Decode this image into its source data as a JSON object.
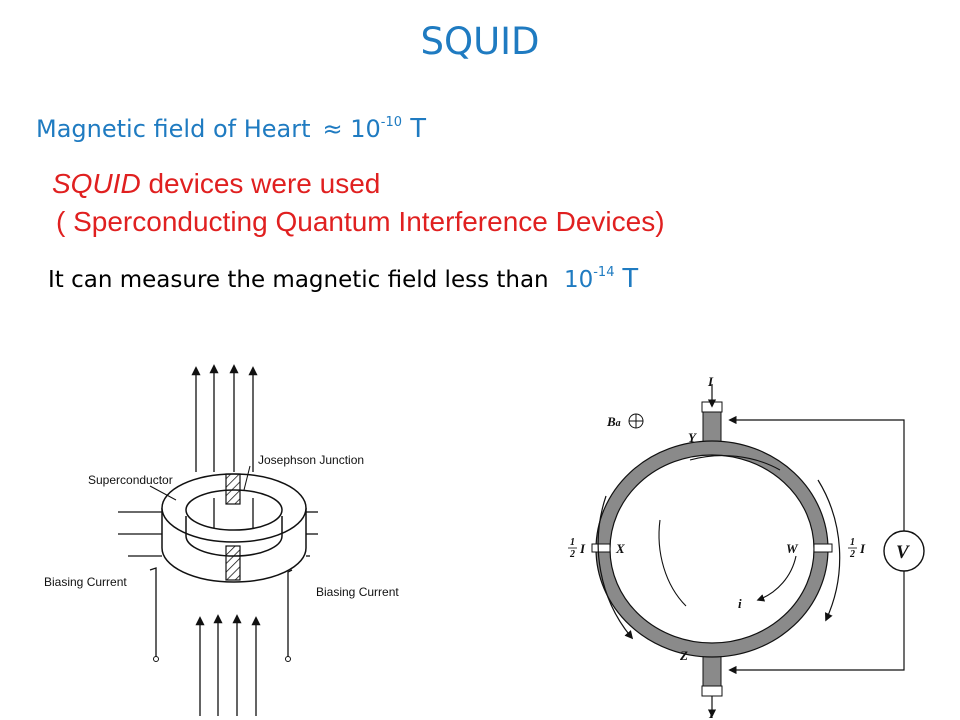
{
  "slide": {
    "title": "SQUID",
    "heart_label": "Magnetic field of Heart",
    "approx_symbol": "≈",
    "heart_base": "10",
    "heart_exp": "-10",
    "heart_unit": "T",
    "squid_word": "SQUID",
    "used_text": " devices were used",
    "full_name": "( Sperconducting Quantum Interference Devices)",
    "measure_text": "It can measure the magnetic field less than",
    "measure_base": "10",
    "measure_exp": "-14",
    "measure_unit": "T"
  },
  "left_diagram": {
    "junction_label": "Josephson Junction",
    "superconductor_label": "Superconductor",
    "biasing_left": "Biasing Current",
    "biasing_right": "Biasing Current"
  },
  "right_diagram": {
    "current_top": "I",
    "current_bottom": "I",
    "field_label": "B",
    "field_sub": "a",
    "point_y": "Y",
    "point_x": "X",
    "point_w": "W",
    "point_z": "Z",
    "half_left_num": "1",
    "half_left_den": "2",
    "half_left_sym": "I",
    "half_right_num": "1",
    "half_right_den": "2",
    "half_right_sym": "I",
    "inner_current": "i",
    "voltmeter": "V"
  }
}
